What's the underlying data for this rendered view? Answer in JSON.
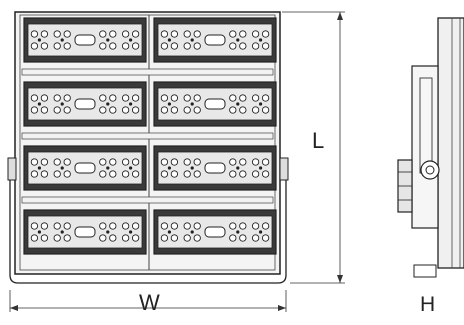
{
  "labels": {
    "width": "W",
    "length": "L",
    "height": "H"
  },
  "colors": {
    "stroke": "#222222",
    "module_fill": "#3a3a3a",
    "module_inner": "#e8e8e8",
    "frame_fill": "#f2f2f2"
  },
  "grid": {
    "module_columns": 2,
    "module_rows": 4,
    "led_clusters_per_module": 5
  }
}
